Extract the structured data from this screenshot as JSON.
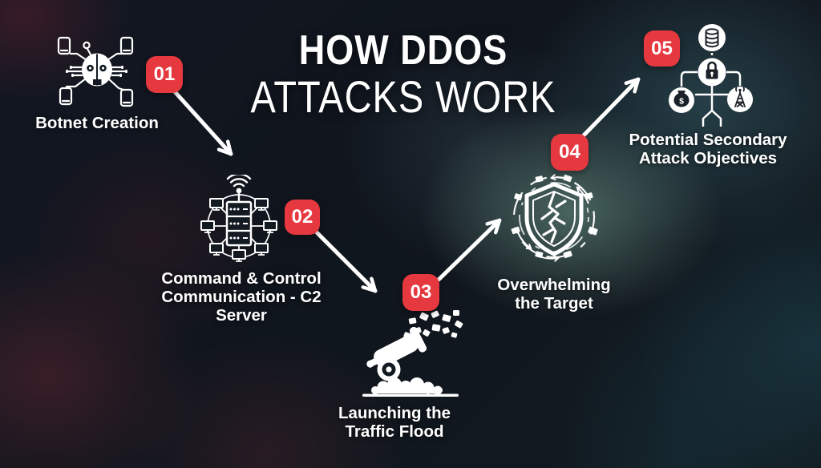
{
  "title": {
    "line1": "HOW DDOS",
    "line2": "ATTACKS WORK"
  },
  "steps": [
    {
      "number": "01",
      "icon": "botnet-icon",
      "lines": [
        "Botnet Creation",
        ""
      ]
    },
    {
      "number": "02",
      "icon": "c2-server-icon",
      "lines": [
        "Command & Control",
        "Communication - C2 Server"
      ]
    },
    {
      "number": "03",
      "icon": "cannon-traffic-icon",
      "lines": [
        "Launching the",
        "Traffic Flood"
      ]
    },
    {
      "number": "04",
      "icon": "cracked-shield-icon",
      "lines": [
        "Overwhelming",
        "the Target"
      ]
    },
    {
      "number": "05",
      "icon": "secondary-objectives-icon",
      "lines": [
        "Potential Secondary",
        "Attack Objectives"
      ]
    }
  ],
  "arrows": [
    {
      "from": "01",
      "to": "02"
    },
    {
      "from": "02",
      "to": "03"
    },
    {
      "from": "03",
      "to": "04"
    },
    {
      "from": "04",
      "to": "05"
    }
  ],
  "colors": {
    "badge_red": "#e5383f",
    "text": "#ffffff",
    "background_base": "#10151d"
  }
}
